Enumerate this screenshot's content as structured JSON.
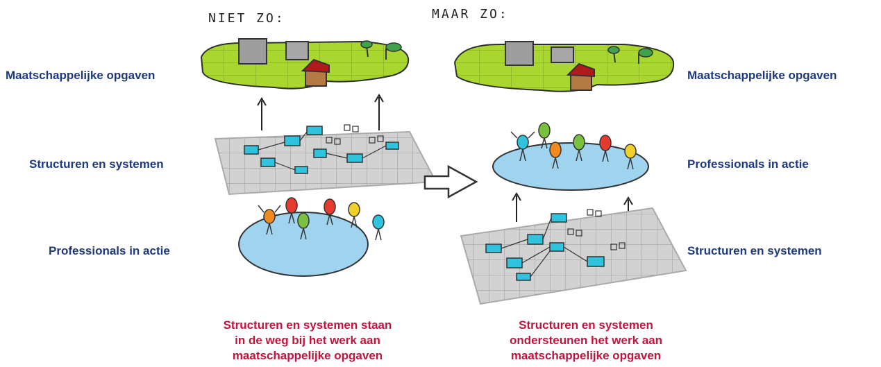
{
  "headings": {
    "left": "NIET ZO:",
    "right": "MAAR ZO:"
  },
  "left_labels": {
    "top": "Maatschappelijke opgaven",
    "middle": "Structuren en systemen",
    "bottom": "Professionals in actie"
  },
  "right_labels": {
    "top": "Maatschappelijke opgaven",
    "middle": "Professionals in actie",
    "bottom": "Structuren en systemen"
  },
  "captions": {
    "left": [
      "Structuren en systemen staan",
      "in de weg bij het werk aan",
      "maatschappelijke opgaven"
    ],
    "right": [
      "Structuren en systemen",
      "ondersteunen het werk aan",
      "maatschappelijke opgaven"
    ]
  },
  "colors": {
    "label": "#1f3a7a",
    "caption": "#c0143c",
    "island_green": "#a9d62f",
    "pool_blue": "#9fd3ee",
    "grid_gray": "#c9c9c9",
    "box_cyan": "#2fc3de"
  }
}
